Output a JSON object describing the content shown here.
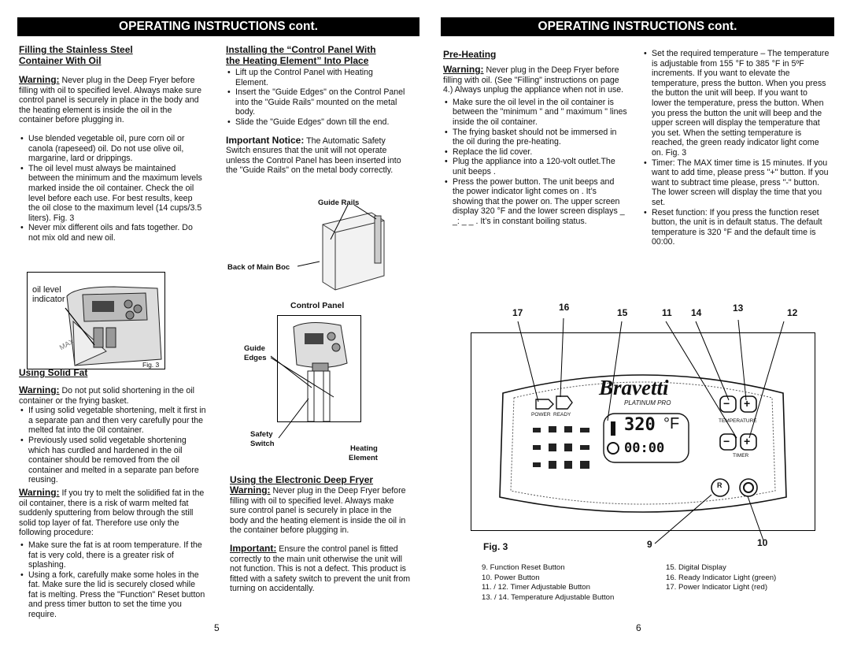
{
  "left_header": "OPERATING INSTRUCTIONS cont.",
  "right_header": "OPERATING INSTRUCTIONS cont.",
  "col1": {
    "heading_1a": "Filling the Stainless Steel",
    "heading_1b": "Container With Oil",
    "warning_label": "Warning:",
    "warning_text": "Never plug in the Deep Fryer before filling with oil to specified level. Always make sure control panel is securely in place in the body and the heating element is inside the oil in the container before plugging in.",
    "bullets": [
      "Use blended vegetable oil, pure corn oil or canola (rapeseed) oil.  Do not use olive oil, margarine, lard or drippings.",
      "The oil level must always be maintained between the minimum  and the maximum  levels marked inside the oil container.  Check the oil level before each use.  For best results, keep the oil close to the maximum level (14 cups/3.5 liters). Fig. 3",
      "Never mix different oils and fats together. Do not mix old and new oil."
    ],
    "fig_oil_label": "oil level indicator",
    "fig_caption": "Fig. 3",
    "fig_max": "MAX",
    "heading_2": "Using Solid Fat",
    "warning2_label": "Warning:",
    "warning2_text": "Do not put solid shortening in the oil container or the frying basket.",
    "bullets2": [
      "If using solid vegetable shortening, melt it first in a separate pan and then very carefully pour the melted fat into the 0il container.",
      "Previously used solid vegetable shortening which has curdled and hardened in the oil container should be removed from the oil container and melted in a separate pan before reusing."
    ],
    "warning3_label": "Warning:",
    "warning3_text": "If you try to melt the solidified fat in the oil container, there is a risk of warm melted fat suddenly sputtering from below through the still solid top layer of fat. Therefore use only the following procedure:",
    "bullets3": [
      "Make sure the fat is at room temperature.  If the fat is very cold, there is a greater risk of splashing.",
      "Using a fork, carefully make some holes in the fat.  Make sure the lid is securely closed while fat is melting.  Press the \"Function\" Reset  button and press timer button to set the time you require."
    ],
    "page_number": "5"
  },
  "col2": {
    "heading_a": "Installing the “Control Panel With",
    "heading_b": "the Heating Element” Into Place",
    "bullets": [
      "Lift up the Control Panel with Heating Element.",
      "Insert the \"Guide Edges\" on the Control Panel into the \"Guide Rails\" mounted on the metal body.",
      "Slide the \"Guide Edges\" down till the end."
    ],
    "notice_label": "Important Notice:",
    "notice_text": "The Automatic Safety Switch ensures that the unit will not operate unless the Control Panel has been inserted into the \"Guide Rails\" on the metal body correctly.",
    "label_guide_rails": "Guide Rails",
    "label_back_body": "Back of Main Boc",
    "label_control_panel": "Control Panel",
    "label_guide_edges_1": "Guide",
    "label_guide_edges_2": "Edges",
    "label_safety_1": "Safety",
    "label_safety_2": "Switch",
    "label_heating_1": "Heating",
    "label_heating_2": "Element",
    "heading_3": "Using the Electronic Deep Fryer",
    "warning_label": "Warning:",
    "warning_text": "Never plug in the Deep Fryer before filling with oil to specified level. Always make sure control panel is securely in place in the body and the heating element is inside the oil in the container before plugging in.",
    "important_label": "Important:",
    "important_text": "Ensure the control panel is fitted correctly to the main unit otherwise the unit will not function.  This is not a defect.  This product is fitted with a safety switch to prevent the unit from turning on accidentally."
  },
  "col3": {
    "heading": "Pre-Heating",
    "warning_label": "Warning:",
    "warning_text": "Never plug in the Deep Fryer before filling with oil. (See \"Filling\" instructions on page 4.) Always unplug the appliance when not in use.",
    "bullets": [
      "Make sure the oil level in the oil container is between the \"minimum \" and \" maximum \" lines inside the oil container.",
      "The frying basket should not be immersed in the oil during the pre-heating.",
      "Replace the lid cover.",
      "Plug the appliance into a 120-volt outlet.The unit beeps .",
      "Press the power button.  The unit beeps and the power indicator light comes on . It’s showing that the power on. The upper  screen display 320 °F and the lower screen displays _ _: _ _ .  It’s in constant boiling status."
    ]
  },
  "col4": {
    "bullets": [
      "Set the required temperature – The temperature is adjustable from 155 °F to 385 °F in 5ºF increments. If you want to elevate the temperature, press the button. When you press the button the unit  will beep. If you want to lower the temperature, press the button. When you press the button the unit  will beep and the upper screen will display the temperature that you set. When the setting temperature is reached, the green ready indicator light come on. Fig. 3",
      "Timer: The MAX timer time is 15 minutes. If you want to add time, please press \"+\"  button. If you want  to subtract time please, press \"-\" button. The lower screen will display the time that you set.",
      "Reset function: If you press the function reset button, the unit is in default status. The default temperature is 320 °F and the default time is 00:00."
    ]
  },
  "panel_fig": {
    "callouts": [
      "17",
      "16",
      "15",
      "11",
      "14",
      "13",
      "12",
      "9",
      "10"
    ],
    "brand": "Bravetti",
    "sub_brand": "PLATINUM PRO",
    "power_label": "POWER",
    "ready_label": "READY",
    "temperature_label": "TEMPERATURE",
    "timer_label": "TIMER",
    "temp_display": "320",
    "temp_unit": "°F",
    "time_display": "00:00",
    "reset_button_glyph": "R",
    "fig_caption": "Fig. 3"
  },
  "legend": {
    "left": [
      "9.     Function Reset Button",
      "10.    Power Button",
      "11. / 12. Timer Adjustable Button",
      "13. / 14. Temperature Adjustable Button"
    ],
    "right": [
      "15.     Digital Display",
      "16.     Ready Indicator Light (green)",
      "17.     Power Indicator Light (red)"
    ]
  },
  "page_number_right": "6"
}
